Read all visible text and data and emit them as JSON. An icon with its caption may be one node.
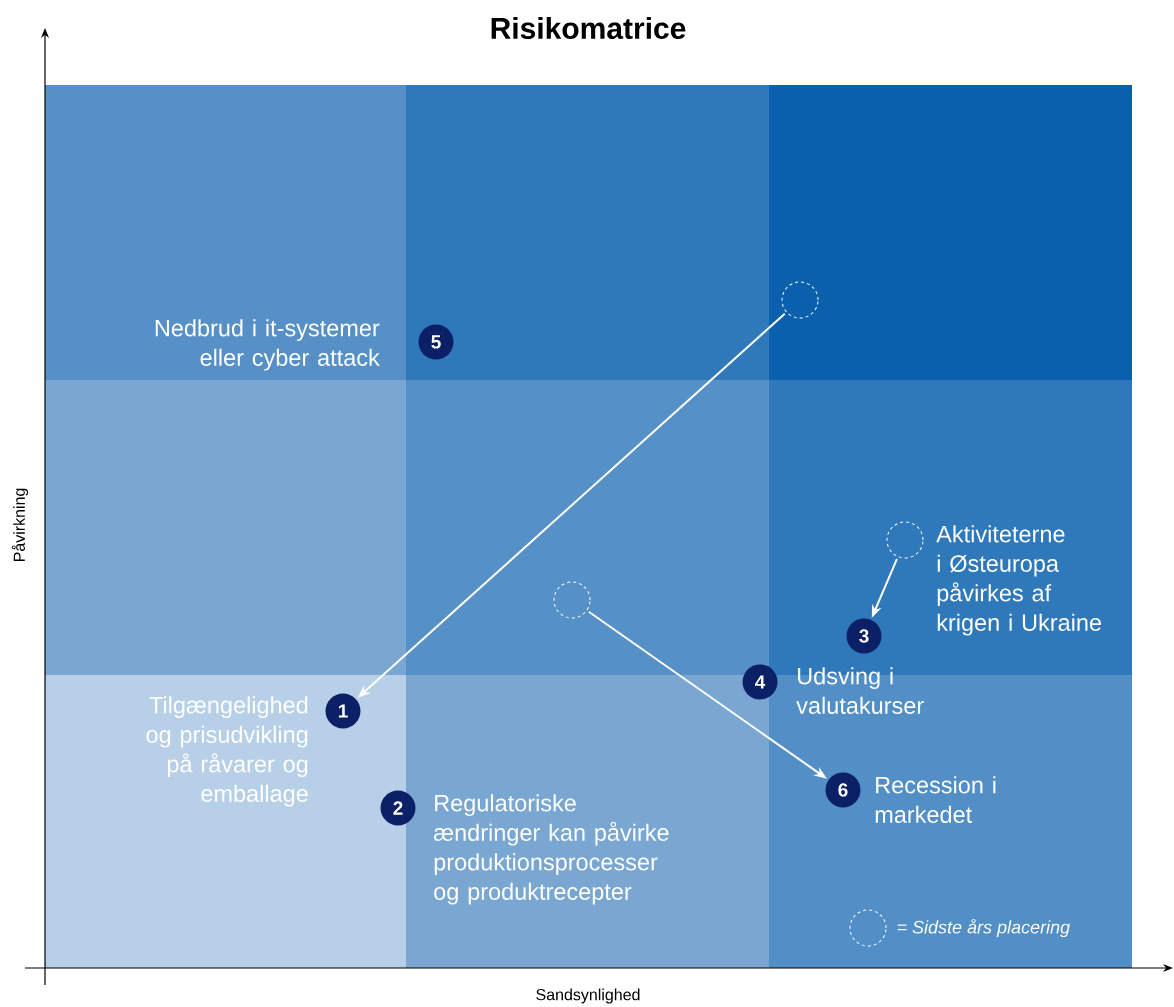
{
  "diagram": {
    "title": "Risikomatrice",
    "nodes": [
      {
        "text": [],
        "shape": "circle"
      },
      {
        "text": [
          "5"
        ],
        "beside": [
          "Nedbrud i it-systemer eller cyber attack"
        ]
      },
      {
        "text": [],
        "shape": "circle"
      },
      {
        "text": [],
        "shape": "circle"
      },
      {
        "text": [
          "3"
        ]
      },
      {
        "text": [
          "4"
        ],
        "beside": [
          "Udsving i valutakurser"
        ]
      },
      {
        "text": [
          "1"
        ],
        "beside": [
          "Tilgængelighed og prisudvikling på råvarer og emballage"
        ]
      },
      {
        "text": [
          "6"
        ],
        "beside": [
          "Recession i markedet"
        ]
      },
      {
        "text": [
          "2"
        ],
        "beside": [
          "Regulatoriske ændringer kan påvirke produktionsprocesser og produktrecepter"
        ]
      }
    ],
    "edges": [
      {
        "from": 0,
        "to": 6,
        "arrow": "to"
      },
      {
        "from": 2,
        "to": 4,
        "arrow": "to"
      },
      {
        "from": 3,
        "to": 7,
        "arrow": "to"
      }
    ],
    "labels": [
      "Aktiviteterne i Østeuropa påvirkes af krigen i Ukraine",
      "Påvirkning",
      "Sandsynlighed"
    ],
    "legend": [
      {
        "text": "= Sidste års placering"
      }
    ]
  }
}
